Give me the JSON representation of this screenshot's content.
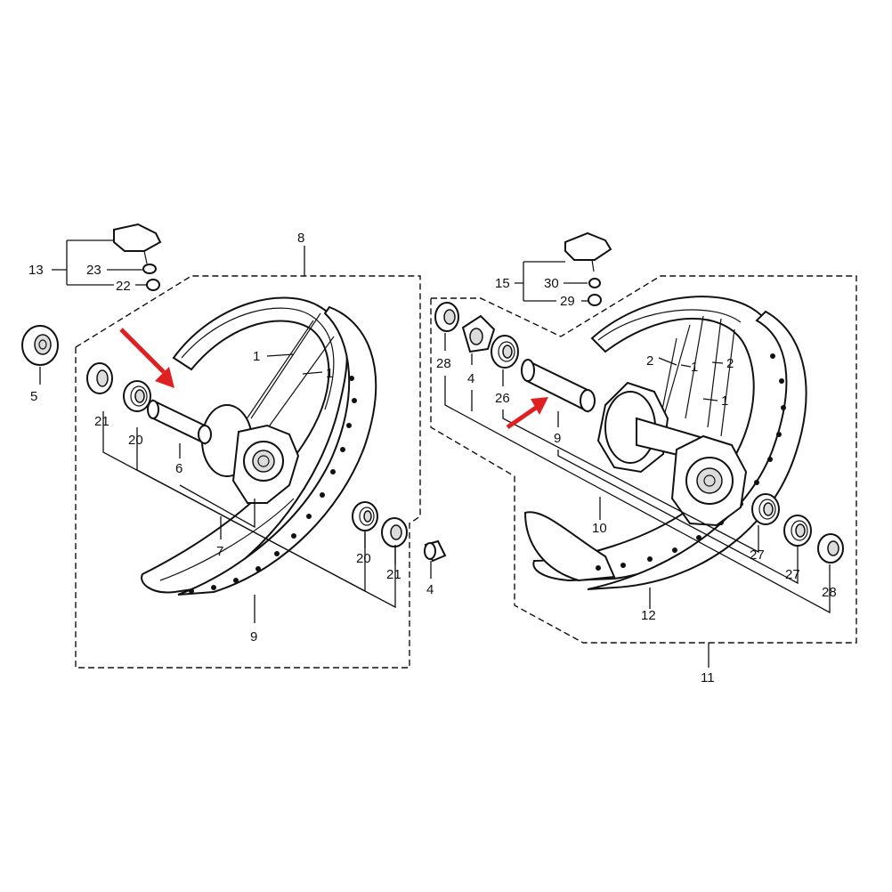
{
  "front_wheel": {
    "callouts": {
      "c13": "13",
      "c23": "23",
      "c22": "22",
      "c8": "8",
      "c5": "5",
      "c1a": "1",
      "c1b": "1",
      "c21a": "21",
      "c20a": "20",
      "c6": "6",
      "c7": "7",
      "c20b": "20",
      "c21b": "21",
      "c4": "4",
      "c9": "9"
    }
  },
  "rear_wheel": {
    "callouts": {
      "c15": "15",
      "c30": "30",
      "c29": "29",
      "c28a": "28",
      "c4": "4",
      "c26": "26",
      "c9": "9",
      "c2a": "2",
      "c1a": "1",
      "c2b": "2",
      "c1b": "1",
      "c10": "10",
      "c27a": "27",
      "c27b": "27",
      "c28b": "28",
      "c12": "12",
      "c11": "11"
    }
  },
  "colors": {
    "arrow": "#e02020",
    "line": "#111111"
  }
}
